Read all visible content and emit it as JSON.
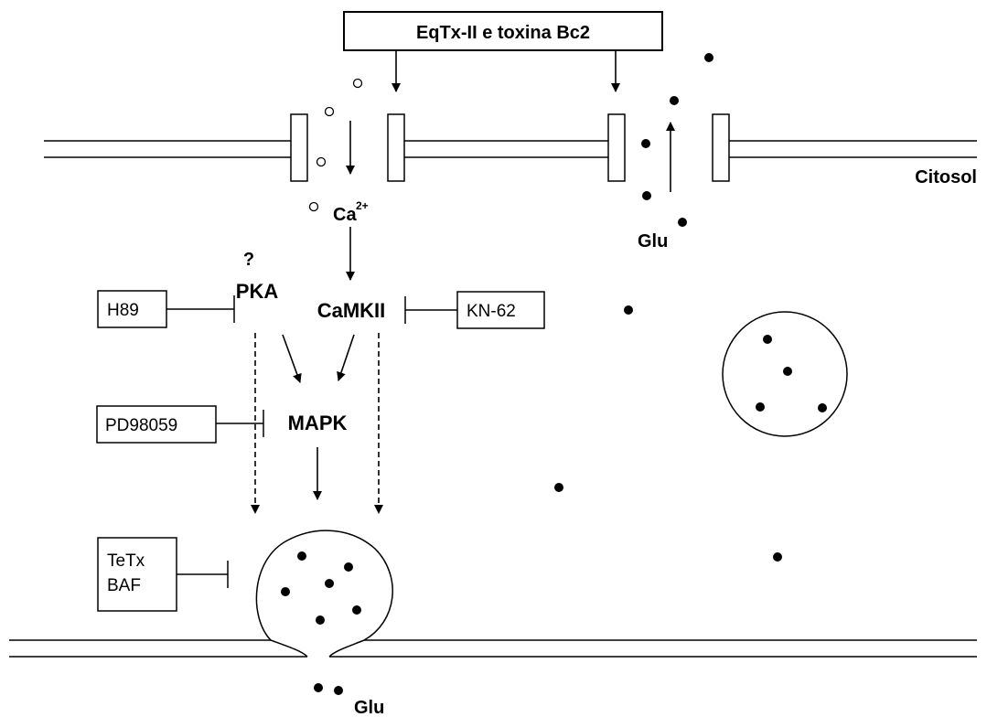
{
  "title": "EqTx-II e toxina Bc2",
  "labels": {
    "citosol": "Citosol",
    "ca": "Ca",
    "ca_sup": "2+",
    "glu_top": "Glu",
    "glu_bottom": "Glu",
    "pka": "PKA",
    "question": "?",
    "camkii": "CaMKII",
    "mapk": "MAPK"
  },
  "inhibitors": {
    "h89": "H89",
    "kn62": "KN-62",
    "pd98059": "PD98059",
    "tetx": "TeTx",
    "baf": "BAF"
  },
  "colors": {
    "ink": "#000000",
    "background": "#ffffff"
  }
}
